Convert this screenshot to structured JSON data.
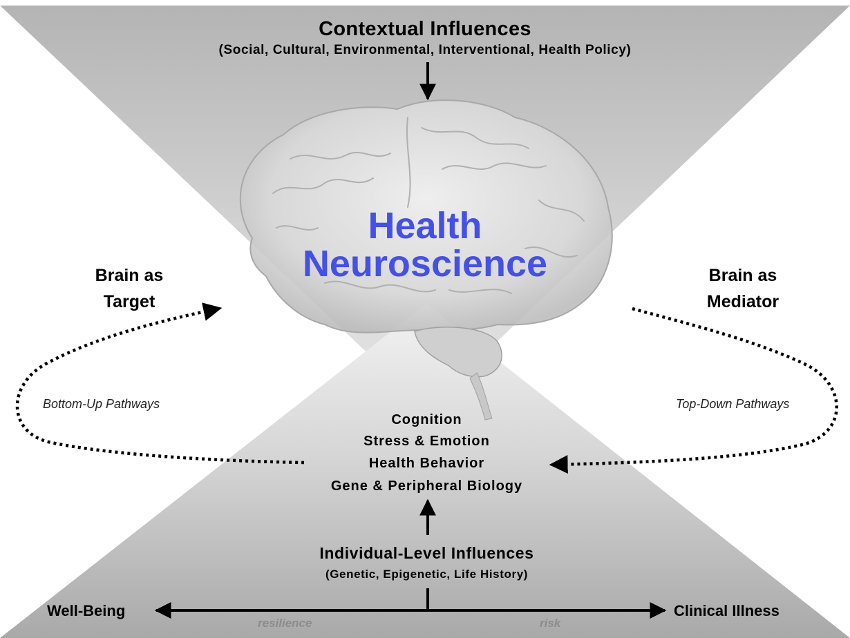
{
  "header": {
    "title": "Contextual Influences",
    "subtitle": "(Social, Cultural, Environmental, Interventional, Health Policy)"
  },
  "center": {
    "line1": "Health",
    "line2": "Neuroscience",
    "color": "#4450e6"
  },
  "left_side": {
    "line1": "Brain as",
    "line2": "Target",
    "pathway": "Bottom-Up Pathways"
  },
  "right_side": {
    "line1": "Brain as",
    "line2": "Mediator",
    "pathway": "Top-Down Pathways"
  },
  "mediators": [
    "Cognition",
    "Stress & Emotion",
    "Health Behavior",
    "Gene & Peripheral Biology"
  ],
  "individual": {
    "title": "Individual-Level Influences",
    "subtitle": "(Genetic, Epigenetic, Life History)"
  },
  "axis": {
    "left": "Well-Being",
    "right": "Clinical Illness",
    "left_sub": "resilience",
    "right_sub": "risk"
  }
}
